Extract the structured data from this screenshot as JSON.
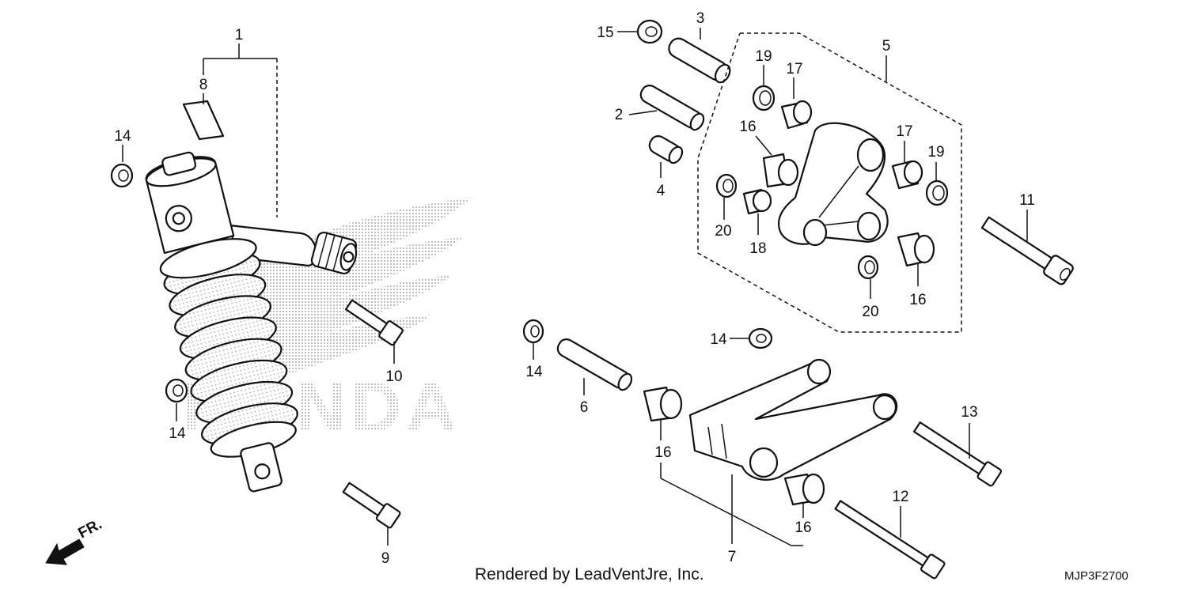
{
  "callouts": {
    "c1": "1",
    "c2": "2",
    "c3": "3",
    "c4": "4",
    "c5": "5",
    "c6": "6",
    "c7": "7",
    "c8": "8",
    "c9": "9",
    "c10": "10",
    "c11": "11",
    "c12": "12",
    "c13": "13",
    "c14a": "14",
    "c14b": "14",
    "c14c": "14",
    "c14d": "14",
    "c15": "15",
    "c16a": "16",
    "c16b": "16",
    "c16c": "16",
    "c16d": "16",
    "c17a": "17",
    "c17b": "17",
    "c18": "18",
    "c19a": "19",
    "c19b": "19",
    "c20a": "20",
    "c20b": "20"
  },
  "direction_marker": "FR.",
  "watermark": "HONDA",
  "footer_text": "Rendered by LeadVentJre, Inc.",
  "diagram_code": "MJP3F2700",
  "colors": {
    "line": "#111111",
    "background": "#ffffff",
    "watermark": "#cfcfcf"
  }
}
